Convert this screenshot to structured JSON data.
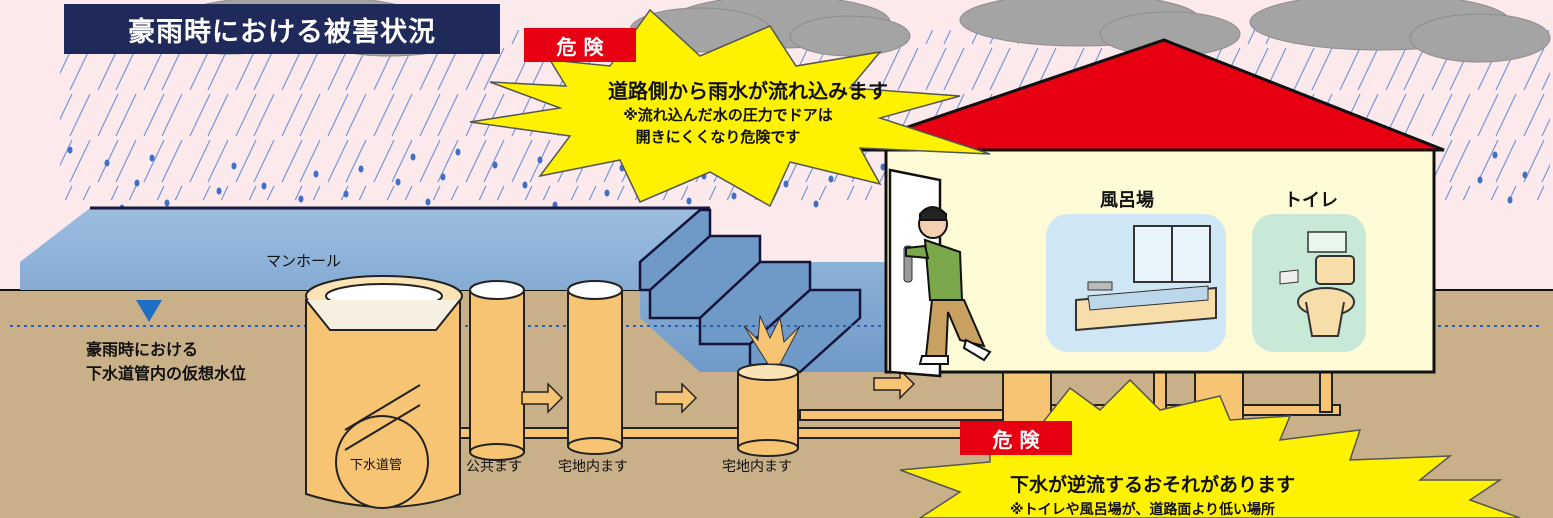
{
  "title": "豪雨時における被害状況",
  "danger_label": "危 険",
  "callout_top": {
    "main": "道路側から雨水が流れ込みます",
    "note_line1": "※流れ込んだ水の圧力でドアは",
    "note_line2": "開きにくくなり危険です"
  },
  "callout_bottom": {
    "main": "下水が逆流するおそれがあります",
    "note": "※トイレや風呂場が、道路面より低い場所"
  },
  "labels": {
    "manhole": "マンホール",
    "water_level_line1": "豪雨時における",
    "water_level_line2": "下水道管内の仮想水位",
    "sewer_pipe": "下水道管",
    "public_basin": "公共ます",
    "private_basin_1": "宅地内ます",
    "private_basin_2": "宅地内ます",
    "bathroom": "風呂場",
    "toilet": "トイレ"
  },
  "colors": {
    "title_bg": "#1f2a5a",
    "danger_red": "#e60012",
    "burst_yellow": "#fff200",
    "roof_red": "#e60012",
    "water_blue": "#7fa7cf",
    "ground": "#c8b08a",
    "pipe_orange": "#f6c473",
    "house_wall": "#fffbd6",
    "rain": "#4a78c8",
    "cloud": "#a0a0a0"
  }
}
